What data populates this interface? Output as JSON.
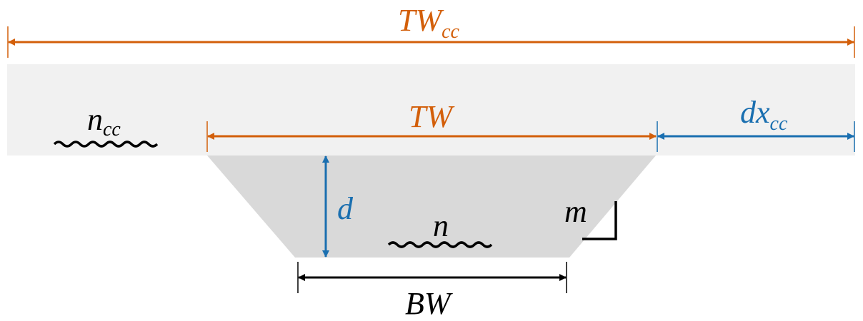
{
  "diagram": {
    "title": "Trapezoidal channel cross-section with floodplain (compound channel)",
    "colors": {
      "orange": "#D35F0A",
      "blue": "#1A6FB0",
      "black": "#000000",
      "floodplain_fill": "#F1F1F1",
      "channel_fill": "#D9D9D9",
      "background": "#FFFFFF"
    },
    "labels": {
      "top_width_compound": {
        "main": "TW",
        "sub": "cc"
      },
      "top_width": {
        "main": "TW",
        "sub": ""
      },
      "floodplain_width": {
        "main": "dx",
        "sub": "cc"
      },
      "floodplain_roughness": {
        "main": "n",
        "sub": "cc"
      },
      "channel_roughness": {
        "main": "n",
        "sub": ""
      },
      "depth": {
        "main": "d",
        "sub": ""
      },
      "side_slope": {
        "main": "m",
        "sub": ""
      },
      "bottom_width": {
        "main": "BW",
        "sub": ""
      }
    }
  }
}
